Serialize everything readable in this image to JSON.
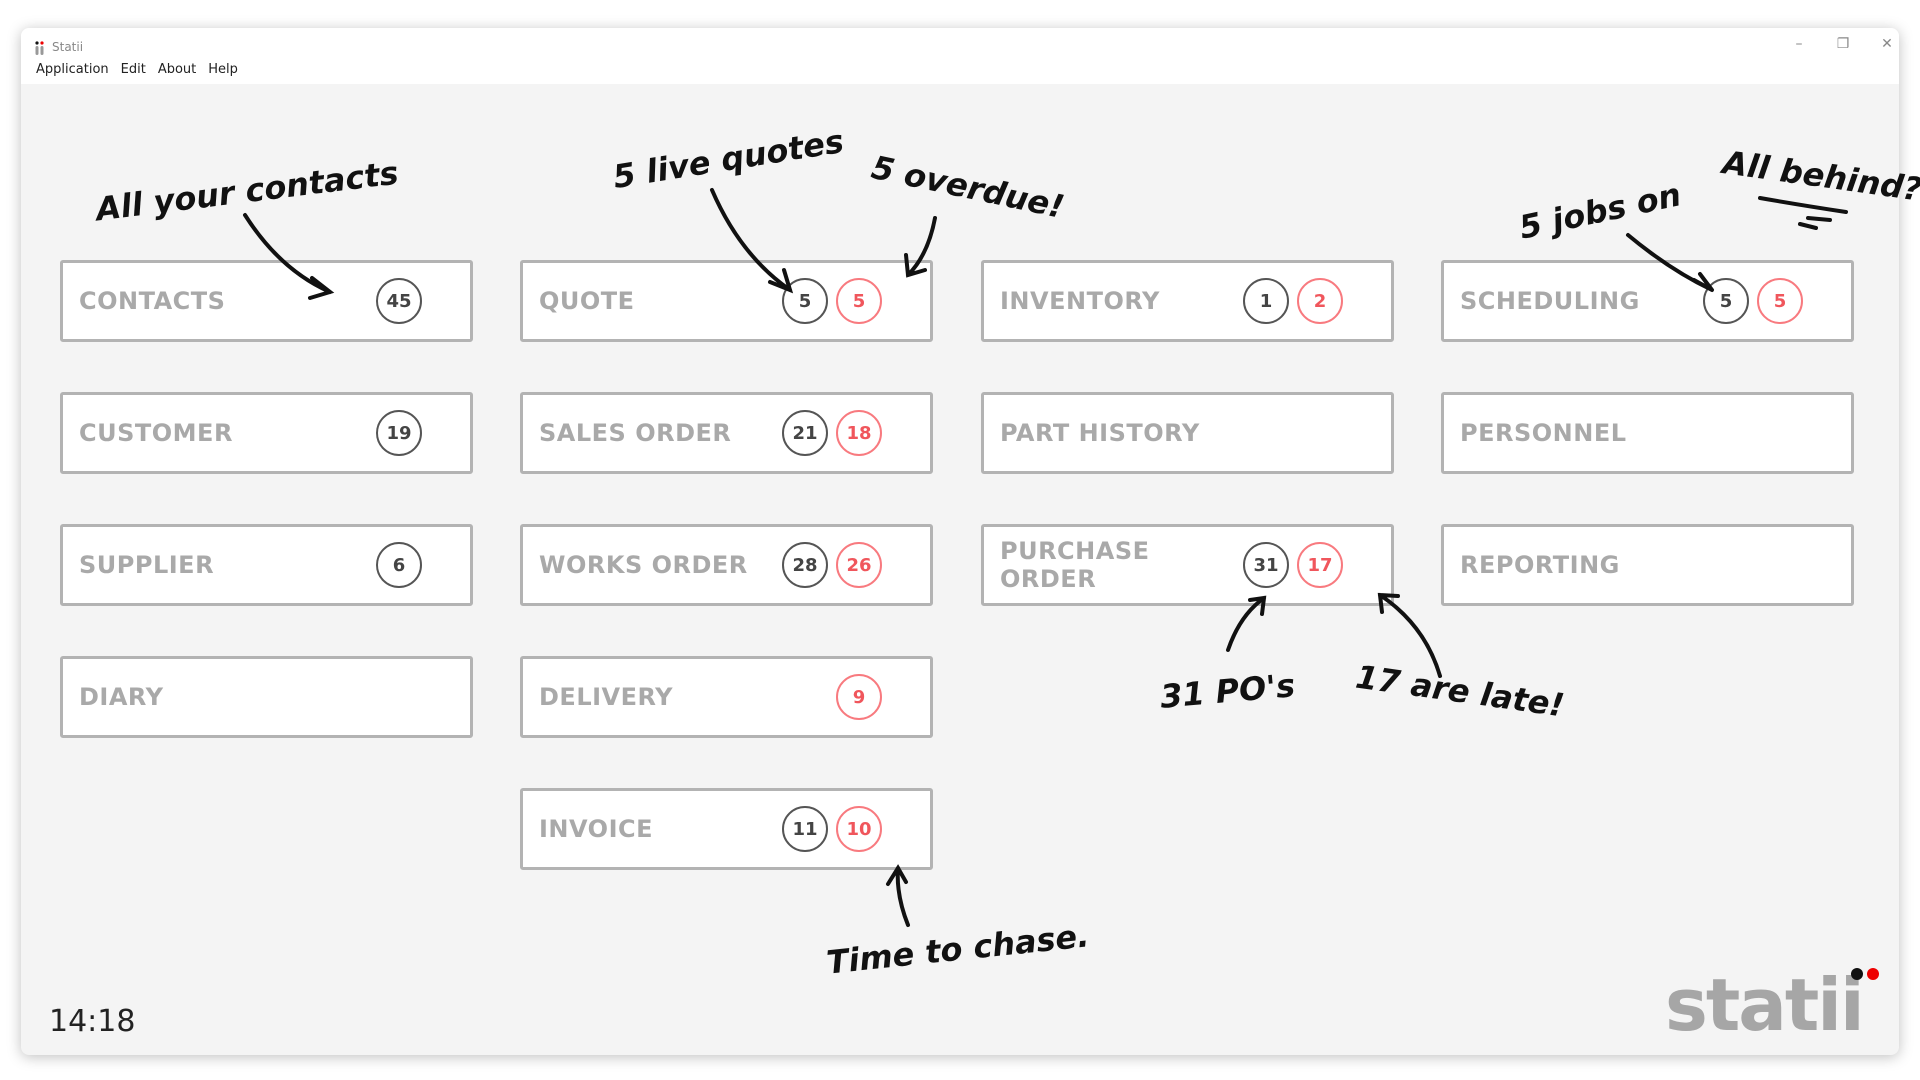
{
  "window": {
    "title": "Statii",
    "menu": [
      "Application",
      "Edit",
      "About",
      "Help"
    ]
  },
  "tiles": [
    {
      "label": "CONTACTS",
      "counts": [
        45
      ],
      "overdue": null
    },
    {
      "label": "CUSTOMER",
      "counts": [
        19
      ],
      "overdue": null
    },
    {
      "label": "SUPPLIER",
      "counts": [
        6
      ],
      "overdue": null
    },
    {
      "label": "DIARY"
    },
    {
      "label": "QUOTE",
      "count": 5,
      "overdue": 5
    },
    {
      "label": "SALES ORDER",
      "count": 21,
      "overdue": 18
    },
    {
      "label": "WORKS ORDER",
      "count": 28,
      "overdue": 26
    },
    {
      "label": "DELIVERY",
      "overdue": 9
    },
    {
      "label": "INVOICE",
      "count": 11,
      "overdue": 10
    },
    {
      "label": "INVENTORY",
      "count": 1,
      "overdue": 2
    },
    {
      "label": "PART HISTORY"
    },
    {
      "label": "PURCHASE ORDER",
      "count": 31,
      "overdue": 17
    },
    {
      "label": "SCHEDULING",
      "count": 5,
      "overdue": 5
    },
    {
      "label": "PERSONNEL"
    },
    {
      "label": "REPORTING"
    }
  ],
  "annotations": [
    "All your contacts",
    "5 live quotes",
    "5 overdue!",
    "5 jobs on",
    "All behind?!",
    "31 PO's",
    "17 are late!",
    "Time to chase."
  ],
  "clock": "14:18",
  "logo": "statii",
  "colors": {
    "overdue": "#f0565c",
    "normal": "#444444"
  }
}
